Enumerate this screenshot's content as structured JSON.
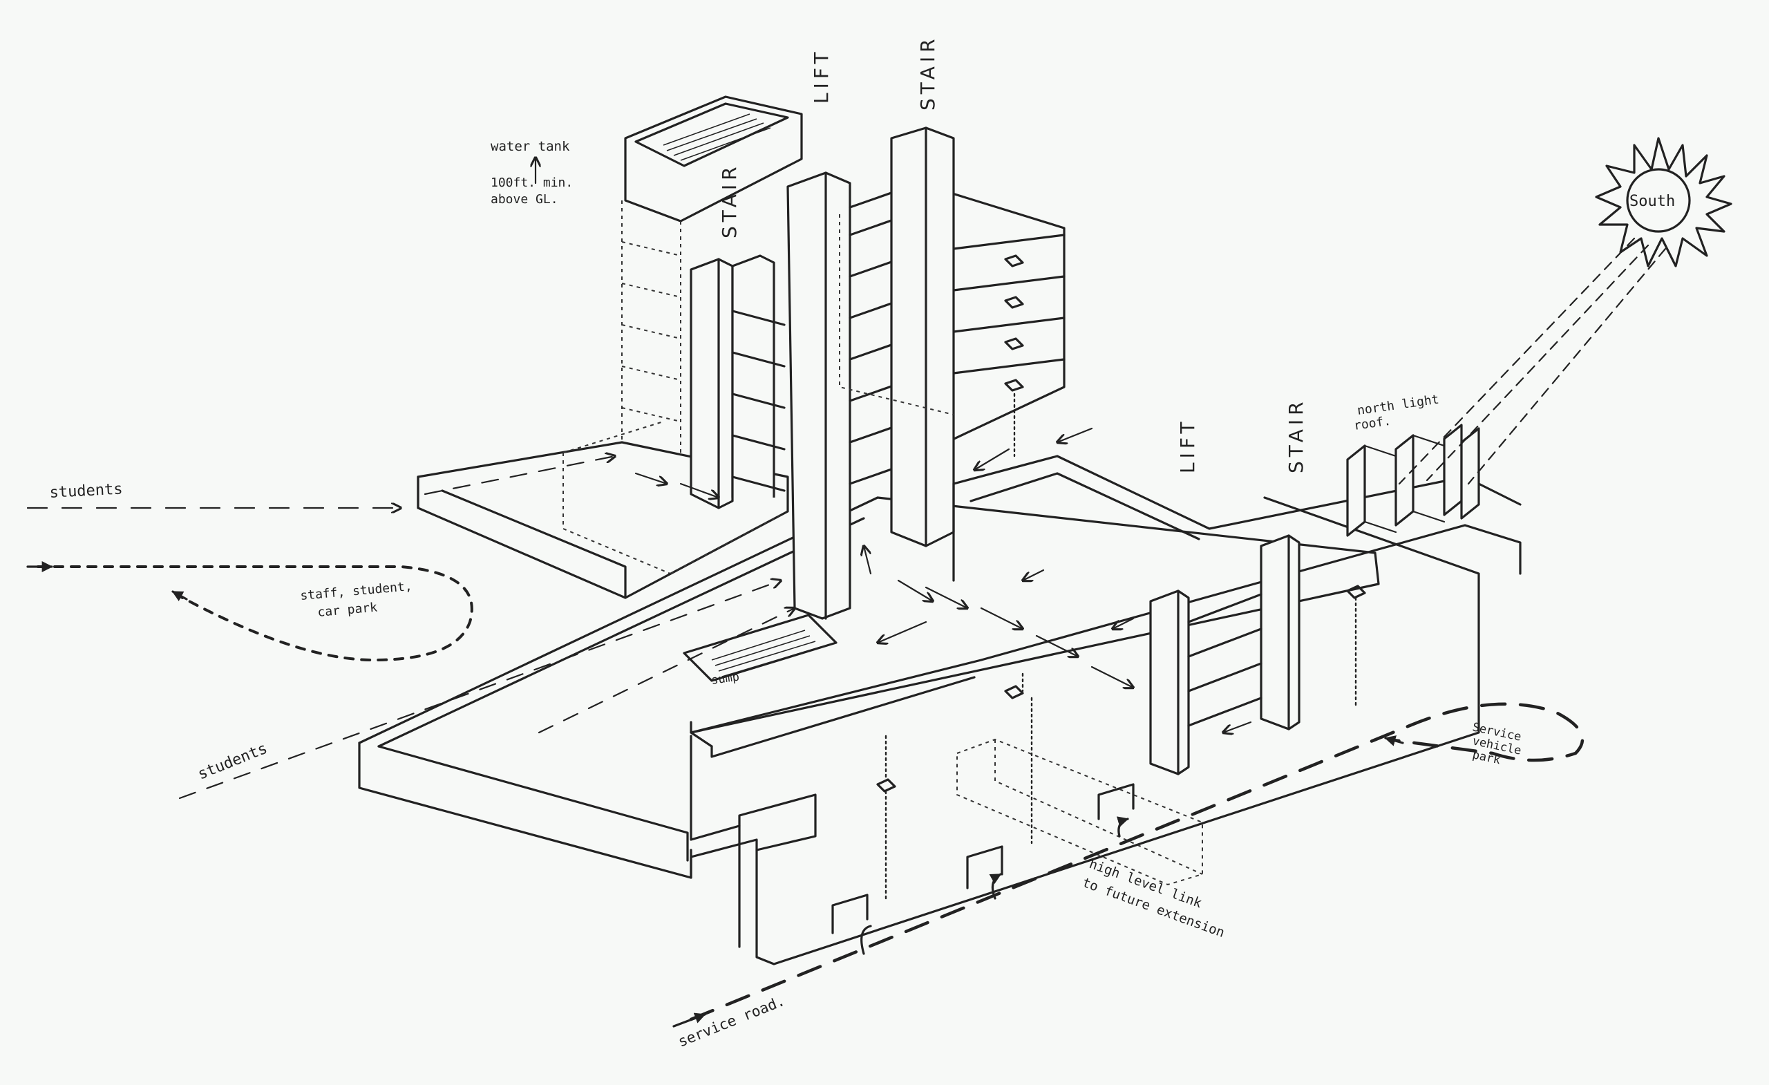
{
  "labels": {
    "water_tank": "water tank",
    "water_tank_note_1": "100ft. min.",
    "water_tank_note_2": "above GL.",
    "stair_1": "STAIR",
    "lift_1": "LIFT",
    "stair_2": "STAIR",
    "lift_2": "LIFT",
    "stair_3": "STAIR",
    "north_light_1": "north light",
    "north_light_2": "roof.",
    "sun": "South",
    "students_top": "students",
    "students_bottom": "students",
    "car_park_1": "staff, student,",
    "car_park_2": "car park",
    "sump": "sump",
    "service_park_1": "Service",
    "service_park_2": "vehicle",
    "service_park_3": "park",
    "high_level_1": "high level link",
    "high_level_2": "to future extension",
    "service_road": "service road."
  },
  "colors": {
    "ink": "#222222",
    "paper": "#f7f9f7"
  }
}
